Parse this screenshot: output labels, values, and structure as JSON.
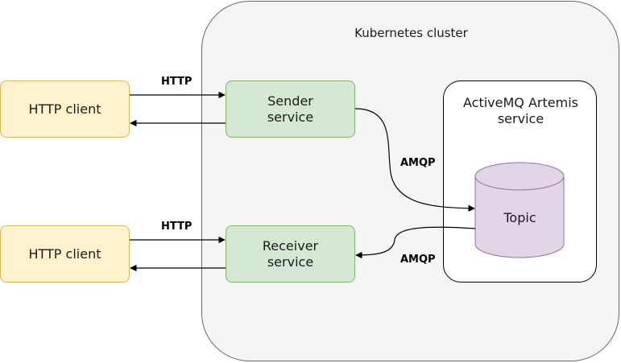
{
  "cluster": {
    "label": "Kubernetes cluster"
  },
  "clients": [
    {
      "label": "HTTP client"
    },
    {
      "label": "HTTP client"
    }
  ],
  "sender": {
    "line1": "Sender",
    "line2": "service"
  },
  "receiver": {
    "line1": "Receiver",
    "line2": "service"
  },
  "broker": {
    "line1": "ActiveMQ Artemis",
    "line2": "service"
  },
  "topic": {
    "label": "Topic"
  },
  "edges": {
    "http_top": "HTTP",
    "http_bottom": "HTTP",
    "amqp_send": "AMQP",
    "amqp_receive": "AMQP"
  },
  "colors": {
    "client_fill": "#fff2cc",
    "client_stroke": "#d6b656",
    "service_fill": "#d5e8d4",
    "service_stroke": "#82b366",
    "topic_fill": "#e1d5e7",
    "topic_stroke": "#9673a6",
    "cluster_fill": "#f5f5f5"
  }
}
